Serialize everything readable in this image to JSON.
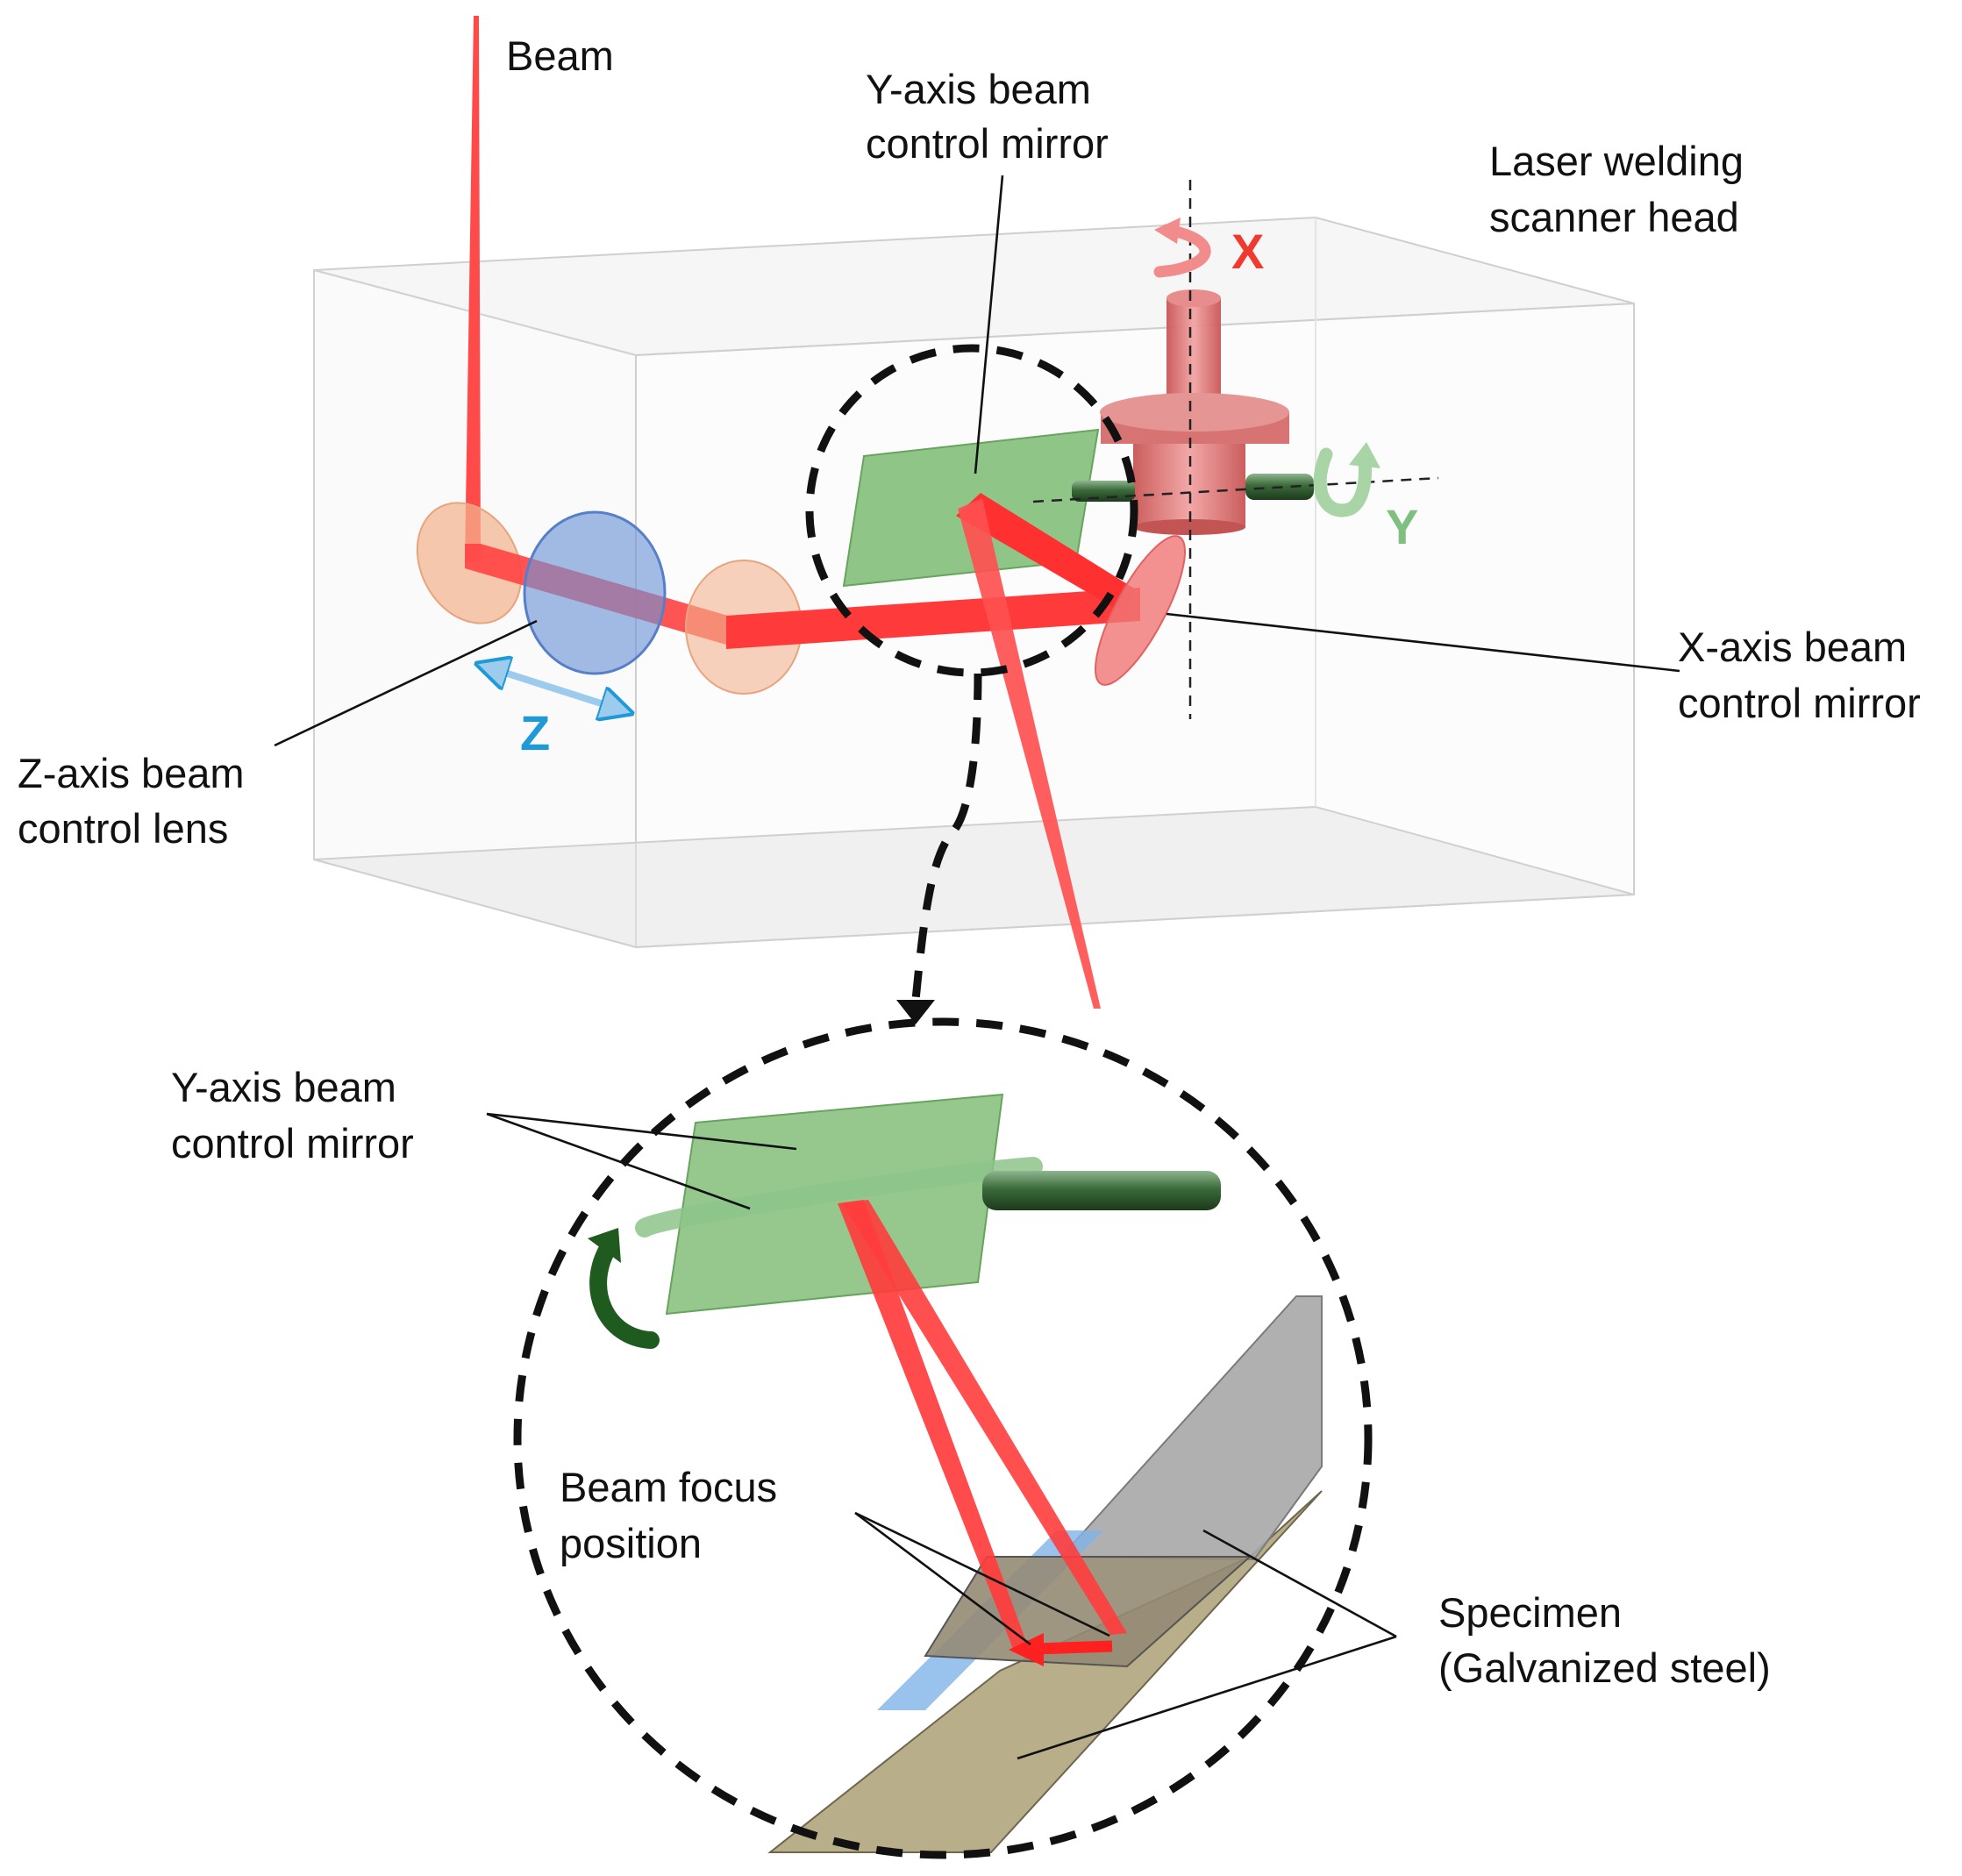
{
  "labels": {
    "beam": "Beam",
    "y_mirror_top": [
      "Y-axis beam",
      "control mirror"
    ],
    "scanner_head": [
      "Laser welding",
      "scanner head"
    ],
    "x_mirror": [
      "X-axis beam",
      "control mirror"
    ],
    "z_lens": [
      "Z-axis beam",
      "control lens"
    ],
    "y_mirror_detail": [
      "Y-axis beam",
      "control mirror"
    ],
    "beam_focus": [
      "Beam focus",
      "position"
    ],
    "specimen": [
      "Specimen",
      "(Galvanized steel)"
    ]
  },
  "axes": {
    "x": "X",
    "y": "Y",
    "z": "Z"
  },
  "colors": {
    "beam": "#ff3333",
    "x_axis": "#f03a2e",
    "y_axis": "#7fbf7f",
    "z_axis": "#1f9ad6",
    "mirror": "#78b86e",
    "lens": "#6b93d6",
    "secondary_lens": "#f2b38e",
    "x_motor": "#e07575",
    "specimen_steel": "#b4aa84",
    "specimen_plate": "#a7a7a7"
  },
  "icons": [
    "rotation-arrow-icon",
    "double-headed-arrow-icon"
  ]
}
